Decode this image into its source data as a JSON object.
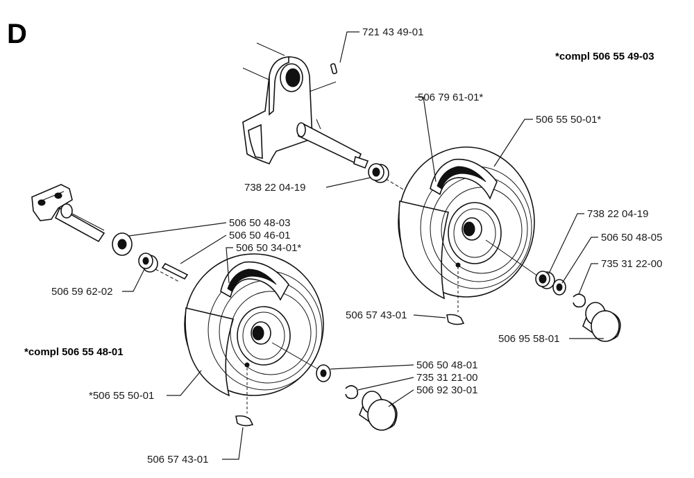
{
  "section_letter": "D",
  "kit_labels": {
    "right_kit": "*compl 506 55 49-03",
    "left_kit": "*compl 506 55 48-01"
  },
  "part_labels": [
    "721 43 49-01",
    "506 79 61-01*",
    "506 55 50-01*",
    "738 22 04-19",
    "738 22 04-19",
    "506 50 48-05",
    "735 31 22-00",
    "506 57 43-01",
    "506 95 58-01",
    "506 50 48-03",
    "506 50 46-01",
    "506 50 34-01*",
    "506 59 62-02",
    "506 50 48-01",
    "735 31 21-00",
    "506 92 30-01",
    "*506 55 50-01",
    "506 57 43-01"
  ]
}
